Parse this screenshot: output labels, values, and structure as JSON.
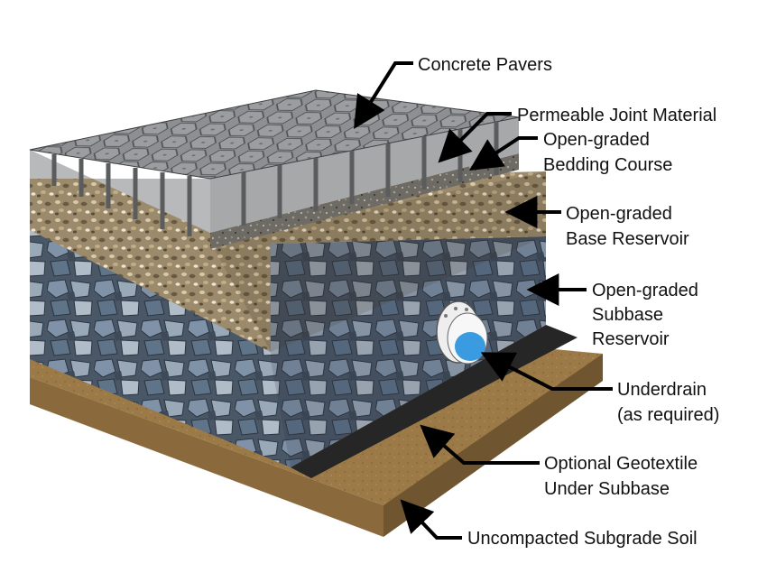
{
  "labels": {
    "concrete_pavers": "Concrete Pavers",
    "joint_material": "Permeable Joint Material",
    "bedding_course": [
      "Open-graded",
      "Bedding Course"
    ],
    "base_reservoir": [
      "Open-graded",
      "Base Reservoir"
    ],
    "subbase_reservoir": [
      "Open-graded",
      "Subbase",
      "Reservoir"
    ],
    "underdrain": [
      "Underdrain",
      "(as required)"
    ],
    "geotextile": [
      "Optional Geotextile",
      "Under Subbase"
    ],
    "subgrade": "Uncompacted Subgrade Soil"
  },
  "colors": {
    "paver_top": "#8d8f92",
    "paver_side": "#b8b9bb",
    "joint": "#5b5c5e",
    "bedding": "#6e6a64",
    "base": "#9b8a6c",
    "subbase": "#63768a",
    "geotextile": "#262626",
    "soil": "#9c7a48",
    "pipe": "#eeeeee",
    "water": "#3a9be0",
    "arrow": "#000000"
  }
}
